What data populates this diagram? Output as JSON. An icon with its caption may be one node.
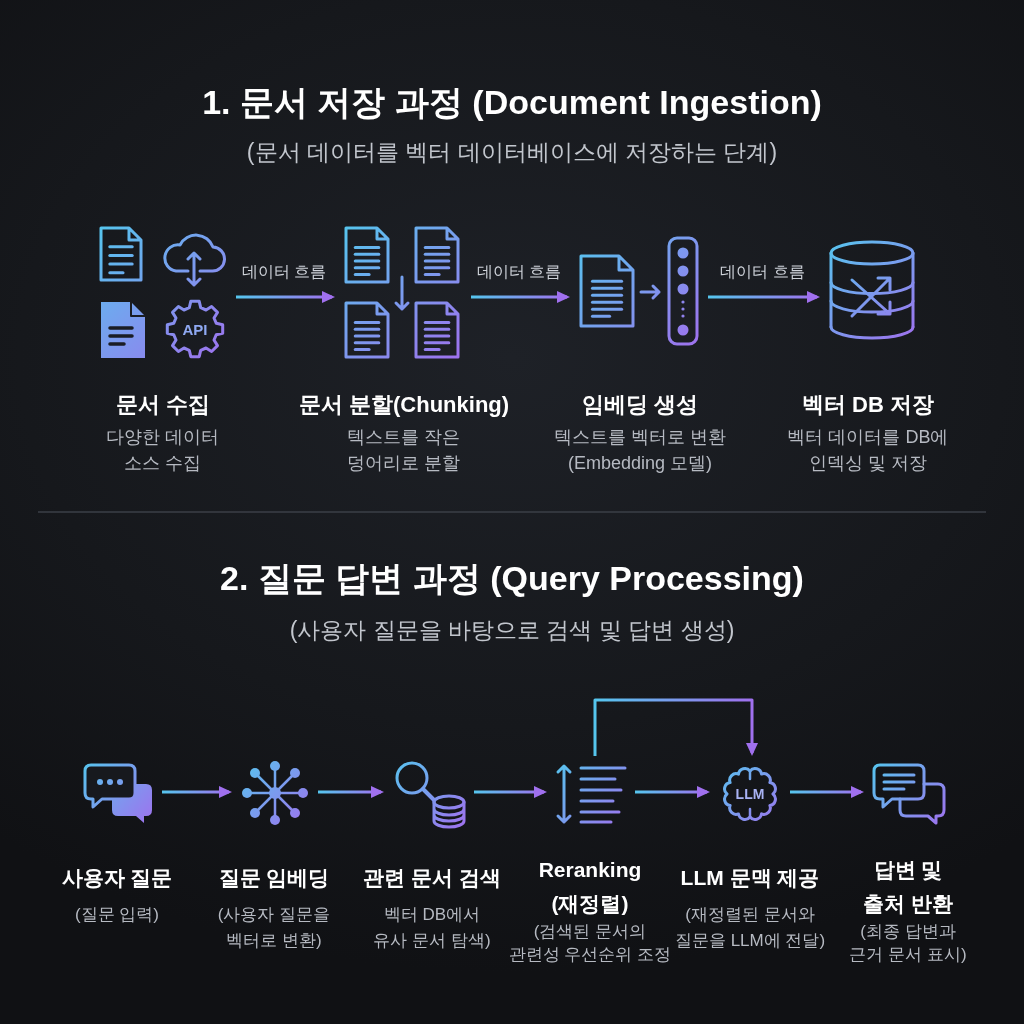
{
  "diagram": {
    "nodes": [
      {
        "text": [],
        "shape": "picture",
        "beside": [
          "문서 수집",
          "다양한 데이터 소스 수집"
        ]
      },
      {
        "text": [],
        "shape": "picture",
        "beside": [
          "문서 분할(Chunking)",
          "텍스트를 작은 덩어리로 분할"
        ]
      },
      {
        "text": [],
        "shape": "picture",
        "beside": [
          "임베딩 생성",
          "텍스트를 벡터로 변환 (Embedding 모델)"
        ]
      },
      {
        "text": [],
        "shape": "cylinder",
        "beside": [
          "벡터 DB 저장",
          "벡터 데이터를 DB에 인덱싱 및 저장"
        ]
      },
      {
        "text": [],
        "shape": "picture",
        "beside": [
          "사용자 질문",
          "(질문 입력)"
        ]
      },
      {
        "text": [],
        "shape": "picture",
        "beside": [
          "질문 임베딩",
          "(사용자 질문을 벡터로 변환)"
        ]
      },
      {
        "text": [],
        "shape": "picture",
        "beside": [
          "관련 문서 검색",
          "벡터 DB에서 유사 문서 탐색)"
        ]
      },
      {
        "text": [],
        "shape": "picture",
        "beside": [
          "Reranking (재정렬)",
          "(검색된 문서의 관련성 우선순위 조정"
        ]
      },
      {
        "text": [
          "LLM"
        ],
        "beside": [
          "LLM 문맥 제공",
          "(재정렬된 문서와 질문을 LLM에 전달)"
        ]
      },
      {
        "text": [],
        "shape": "picture",
        "beside": [
          "답변 및 출처 반환",
          "(최종 답변과 근거 문서 표시)"
        ]
      }
    ],
    "edges": [
      {
        "from": 0,
        "to": 1,
        "arrow": "to",
        "label": "데이터 흐름"
      },
      {
        "from": 1,
        "to": 2,
        "arrow": "to",
        "label": "데이터 흐름"
      },
      {
        "from": 2,
        "to": 3,
        "arrow": "to",
        "label": "데이터 흐름"
      },
      {
        "from": 4,
        "to": 5,
        "arrow": "to"
      },
      {
        "from": 5,
        "to": 6,
        "arrow": "to"
      },
      {
        "from": 6,
        "to": 7,
        "arrow": "to"
      },
      {
        "from": 7,
        "to": 8,
        "arrow": "to"
      },
      {
        "from": 7,
        "to": 8,
        "arrow": "to"
      },
      {
        "from": 8,
        "to": 9,
        "arrow": "to"
      }
    ],
    "labels": [
      "1. 문서 저장 과정 (Document Ingestion)",
      "(문서 데이터를 벡터 데이터베이스에 저장하는 단계)",
      "API",
      "2. 질문 답변 과정 (Query Processing)",
      "(사용자 질문을 바탕으로 검색 및 답변 생성)"
    ]
  }
}
